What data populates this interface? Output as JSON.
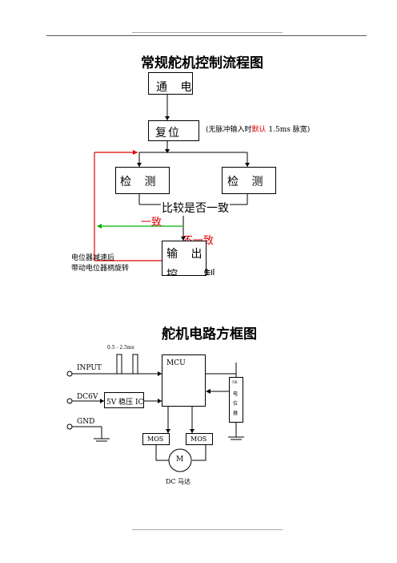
{
  "flowchart": {
    "title": "常规舵机控制流程图",
    "power_on": "通 电",
    "reset": "复位",
    "reset_note_prefix": "(无脉冲输入时",
    "reset_note_default": "默认",
    "reset_note_suffix": " 1.5ms 脉宽)",
    "detect_left": "检 测",
    "detect_right": "检 测",
    "compare": "比较是否一致",
    "consistent": "一致",
    "inconsistent": "不一致",
    "output_line1": "输 出",
    "output_line2": "控 制",
    "pot_note_line1": "电位器减速后",
    "pot_note_line2": "带动电位器柄旋转"
  },
  "circuit": {
    "title": "舵机电路方框图",
    "pulse_label": "0.5 - 2.5ms",
    "input_label": "INPUT",
    "dc6v_label": "DC6V",
    "gnd_label": "GND",
    "regulator_label": "5V 稳压 IC",
    "mcu_label": "MCU",
    "pot_chars": [
      "5K",
      "电",
      "位",
      "器"
    ],
    "mos_left": "MOS",
    "mos_right": "MOS",
    "motor_label": "M",
    "motor_caption": "DC 马达"
  }
}
